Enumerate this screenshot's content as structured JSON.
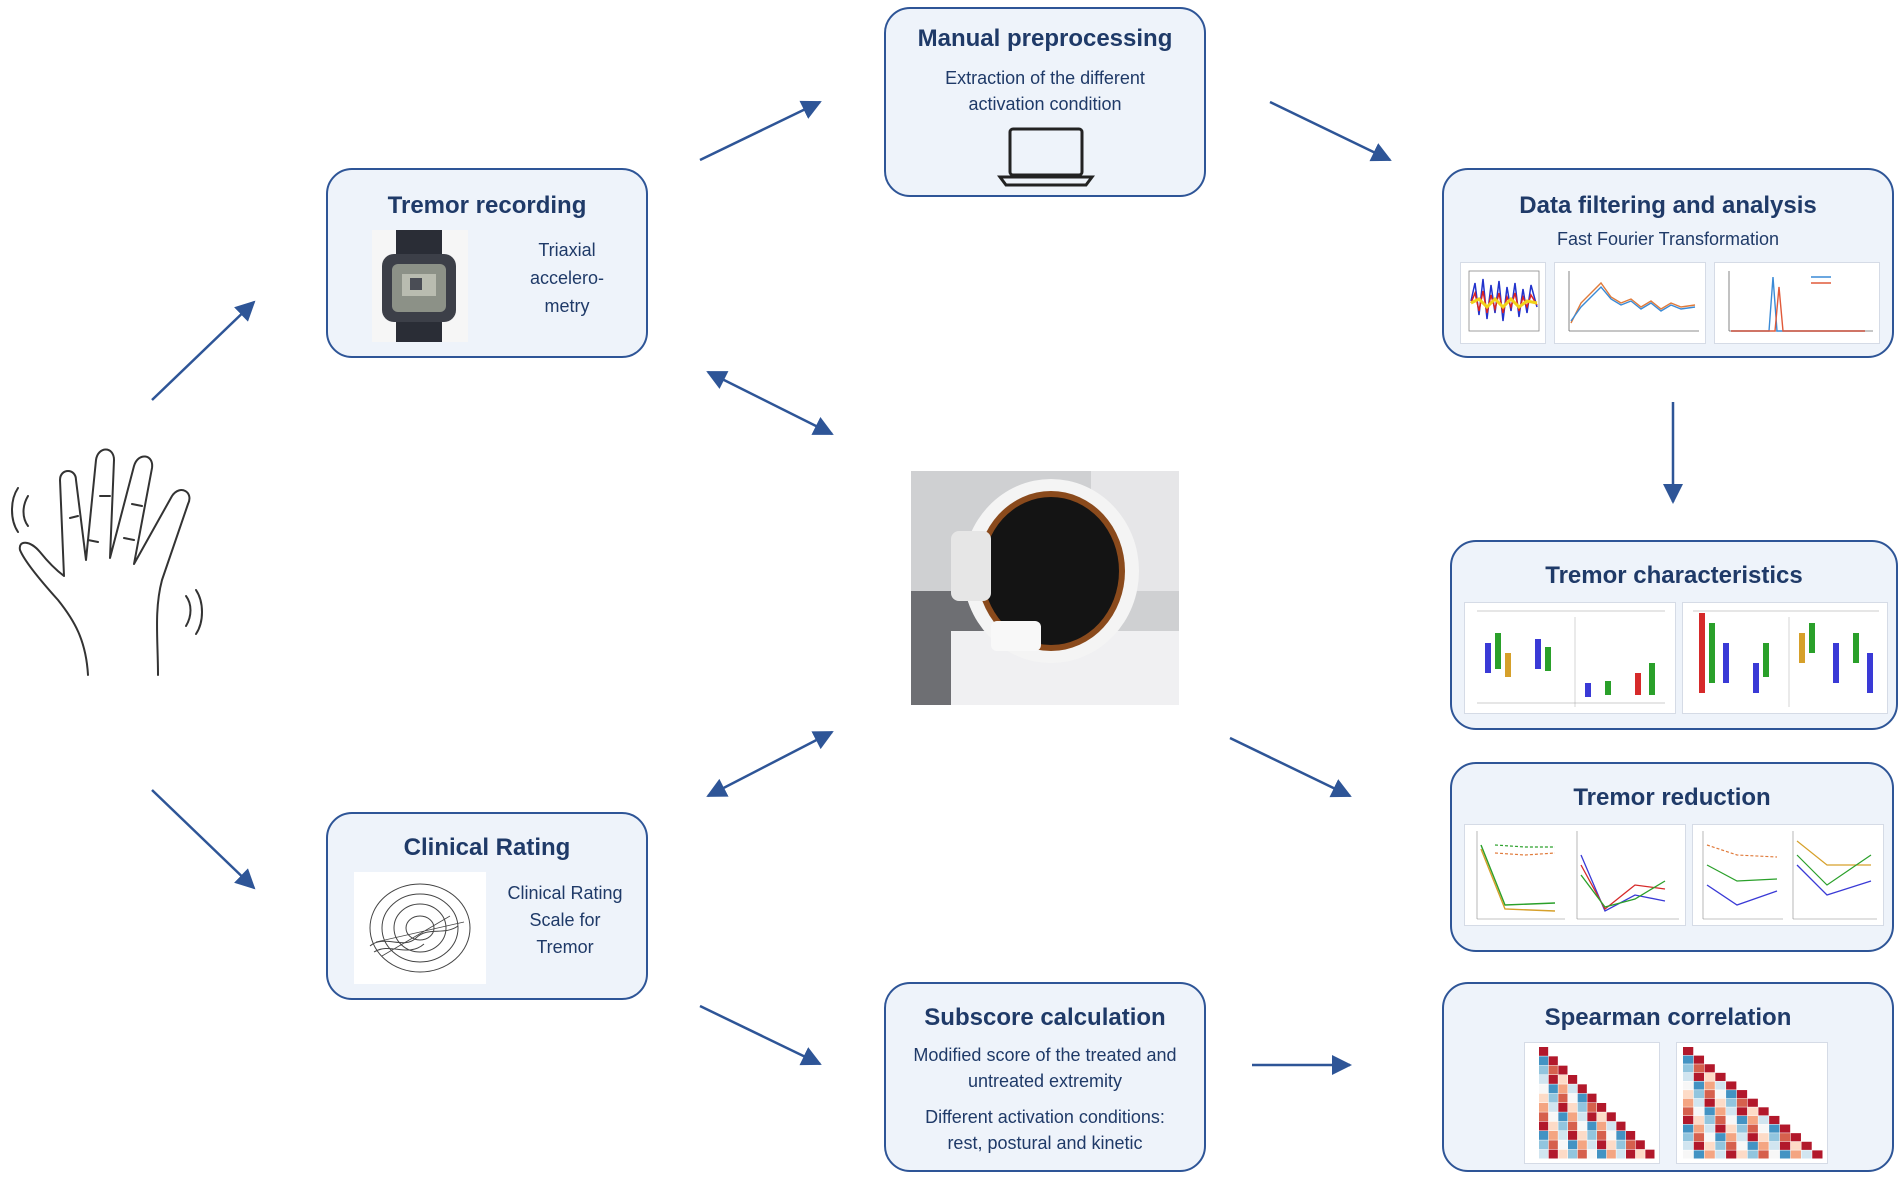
{
  "colors": {
    "accent": "#2e5597",
    "box_fill": "#eef3fa",
    "text": "#1f3a68"
  },
  "nodes": {
    "manual": {
      "title": "Manual preprocessing",
      "lines": [
        "Extraction of the different",
        "activation condition"
      ],
      "icon": "laptop-icon"
    },
    "tremor_recording": {
      "title": "Tremor recording",
      "lines": [
        "Triaxial",
        "accelero-",
        "metry"
      ],
      "image": "wrist-accelerometer-photo"
    },
    "data_filtering": {
      "title": "Data filtering and analysis",
      "lines": [
        "Fast Fourier Transformation"
      ]
    },
    "tremor_char": {
      "title": "Tremor characteristics"
    },
    "tremor_reduction": {
      "title": "Tremor reduction"
    },
    "spearman": {
      "title": "Spearman correlation"
    },
    "clinical": {
      "title": "Clinical Rating",
      "lines": [
        "Clinical Rating",
        "Scale for",
        "Tremor"
      ],
      "image": "spiral-drawing"
    },
    "subscore": {
      "title": "Subscore calculation",
      "lines": [
        "Modified score of the treated and",
        "untreated extremity"
      ],
      "lines2": [
        "Different activation conditions:",
        "rest, postural and kinetic"
      ]
    }
  },
  "center_image": "mr-scanner-head-coil-photo",
  "hand_icon": "tremor-hand-icon"
}
